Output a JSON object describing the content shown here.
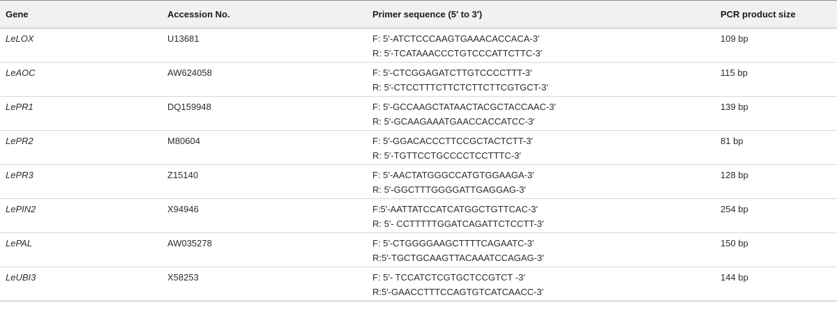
{
  "table": {
    "headers": {
      "gene": "Gene",
      "accession": "Accession No.",
      "primer": "Primer sequence (5′ to 3′)",
      "size": "PCR product size"
    },
    "rows": [
      {
        "gene": "LeLOX",
        "accession": "U13681",
        "forward": "F: 5′-ATCTCCCAAGTGAAACACCACA-3′",
        "reverse": "R: 5′-TCATAAACCCTGTCCCATTCTTC-3′",
        "size": "109 bp"
      },
      {
        "gene": "LeAOC",
        "accession": "AW624058",
        "forward": "F: 5′-CTCGGAGATCTTGTCCCCTTT-3′",
        "reverse": "R: 5′-CTCCTTTCTTCTCTTCTTCGTGCT-3′",
        "size": "115 bp"
      },
      {
        "gene": "LePR1",
        "accession": "DQ159948",
        "forward": "F: 5′-GCCAAGCTATAACTACGCTACCAAC-3′",
        "reverse": "R: 5′-GCAAGAAATGAACCACCATCC-3′",
        "size": "139 bp"
      },
      {
        "gene": "LePR2",
        "accession": "M80604",
        "forward": "F: 5′-GGACACCCTTCCGCTACTCTT-3′",
        "reverse": "R: 5′-TGTTCCTGCCCCTCCTTTC-3′",
        "size": "81 bp"
      },
      {
        "gene": "LePR3",
        "accession": "Z15140",
        "forward": "F: 5′-AACTATGGGCCATGTGGAAGA-3′",
        "reverse": "R: 5′-GGCTTTGGGGATTGAGGAG-3′",
        "size": "128 bp"
      },
      {
        "gene": "LePIN2",
        "accession": "X94946",
        "forward": "F:5′-AATTATCCATCATGGCTGTTCAC-3′",
        "reverse": "R: 5′- CCTTTTTGGATCAGATTCTCCTT-3′",
        "size": "254 bp"
      },
      {
        "gene": "LePAL",
        "accession": "AW035278",
        "forward": "F: 5′-CTGGGGAAGCTTTTCAGAATC-3′",
        "reverse": "R:5′-TGCTGCAAGTTACAAATCCAGAG-3′",
        "size": "150 bp"
      },
      {
        "gene": "LeUBI3",
        "accession": "X58253",
        "forward": "F: 5′- TCCATCTCGTGCTCCGTCT -3′",
        "reverse": "R:5′-GAACCTTTCCAGTGTCATCAACC-3′",
        "size": "144 bp"
      }
    ]
  }
}
